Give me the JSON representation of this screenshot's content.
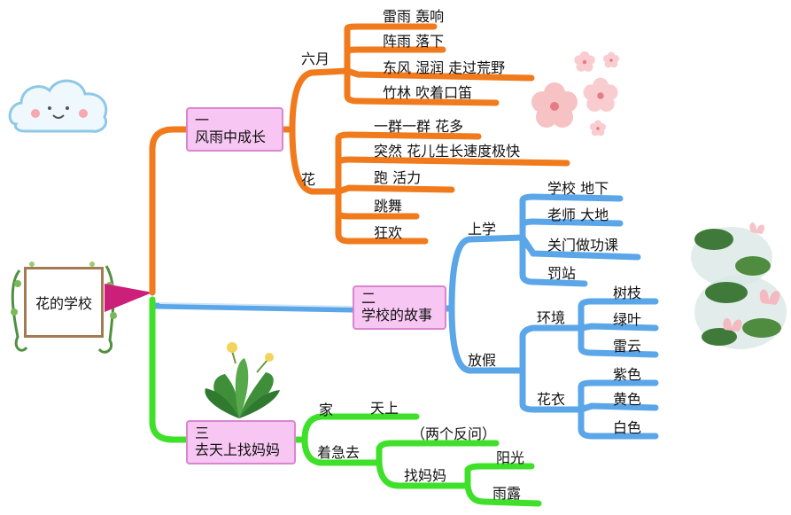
{
  "root": "花的学校",
  "branches": [
    {
      "title_num": "一",
      "title": "风雨中成长",
      "children": [
        {
          "label": "六月",
          "leaves": [
            "雷雨  轰响",
            "阵雨  落下",
            "东风  湿润  走过荒野",
            "竹林  吹着口笛"
          ]
        },
        {
          "label": "花",
          "leaves": [
            "一群一群  花多",
            "突然  花儿生长速度极快",
            "跑  活力",
            "跳舞",
            "狂欢"
          ]
        }
      ]
    },
    {
      "title_num": "二",
      "title": "学校的故事",
      "children": [
        {
          "label": "上学",
          "leaves": [
            "学校  地下",
            "老师  大地",
            "关门做功课",
            "罚站"
          ]
        },
        {
          "label": "放假",
          "groups": [
            {
              "label": "环境",
              "leaves": [
                "树枝",
                "绿叶",
                "雷云"
              ]
            },
            {
              "label": "花衣",
              "leaves": [
                "紫色",
                "黄色",
                "白色"
              ]
            }
          ]
        }
      ]
    },
    {
      "title_num": "三",
      "title": "去天上找妈妈",
      "children": [
        {
          "label": "家",
          "leaves": [
            "天上"
          ]
        },
        {
          "label": "着急去",
          "note": "（两个反问）",
          "sub": {
            "label": "找妈妈",
            "leaves": [
              "阳光",
              "雨露"
            ]
          }
        }
      ]
    }
  ],
  "colors": {
    "branch1": "#f07a1c",
    "branch2": "#5aa6e8",
    "branch3": "#3fe02a",
    "node_fill": "#f7c6f2",
    "root_frame": "#a37a52"
  },
  "decorations": [
    "cloud-icon",
    "blossom-icon",
    "lotus-icon",
    "leafy-plant-icon",
    "vine-frame-icon"
  ]
}
